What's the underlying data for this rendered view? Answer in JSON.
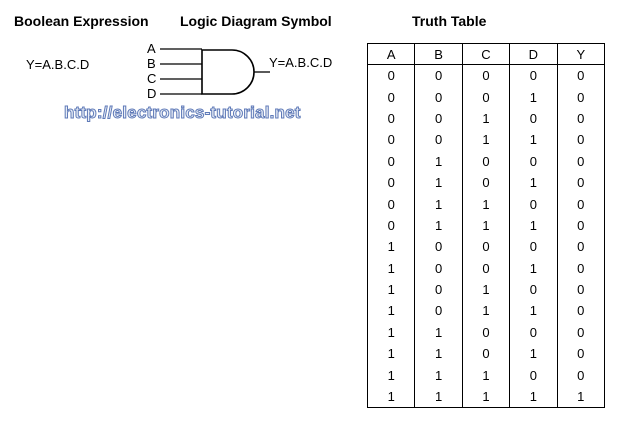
{
  "headings": {
    "boolean_expression": "Boolean Expression",
    "logic_diagram_symbol": "Logic Diagram Symbol",
    "truth_table": "Truth Table"
  },
  "expression": "Y=A.B.C.D",
  "gate": {
    "inputs": [
      "A",
      "B",
      "C",
      "D"
    ],
    "output_label": "Y=A.B.C.D"
  },
  "watermark": "http://electronics-tutorial.net",
  "truth_table": {
    "columns": [
      "A",
      "B",
      "C",
      "D",
      "Y"
    ],
    "rows": [
      [
        "0",
        "0",
        "0",
        "0",
        "0"
      ],
      [
        "0",
        "0",
        "0",
        "1",
        "0"
      ],
      [
        "0",
        "0",
        "1",
        "0",
        "0"
      ],
      [
        "0",
        "0",
        "1",
        "1",
        "0"
      ],
      [
        "0",
        "1",
        "0",
        "0",
        "0"
      ],
      [
        "0",
        "1",
        "0",
        "1",
        "0"
      ],
      [
        "0",
        "1",
        "1",
        "0",
        "0"
      ],
      [
        "0",
        "1",
        "1",
        "1",
        "0"
      ],
      [
        "1",
        "0",
        "0",
        "0",
        "0"
      ],
      [
        "1",
        "0",
        "0",
        "1",
        "0"
      ],
      [
        "1",
        "0",
        "1",
        "0",
        "0"
      ],
      [
        "1",
        "0",
        "1",
        "1",
        "0"
      ],
      [
        "1",
        "1",
        "0",
        "0",
        "0"
      ],
      [
        "1",
        "1",
        "0",
        "1",
        "0"
      ],
      [
        "1",
        "1",
        "1",
        "0",
        "0"
      ],
      [
        "1",
        "1",
        "1",
        "1",
        "1"
      ]
    ]
  }
}
